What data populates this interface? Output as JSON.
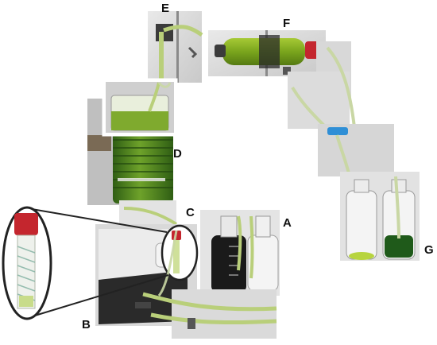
{
  "labels": {
    "a": "A",
    "b": "B",
    "c": "C",
    "d": "D",
    "e": "E",
    "f": "F",
    "g": "G"
  },
  "colors": {
    "culture_green": "#6f9f1e",
    "dark_culture": "#1f4a12",
    "tube_green": "#b9cf7a",
    "red_cap": "#c4262e",
    "blue_cap": "#2f8fd6",
    "dark_device": "#2a2a2a"
  }
}
